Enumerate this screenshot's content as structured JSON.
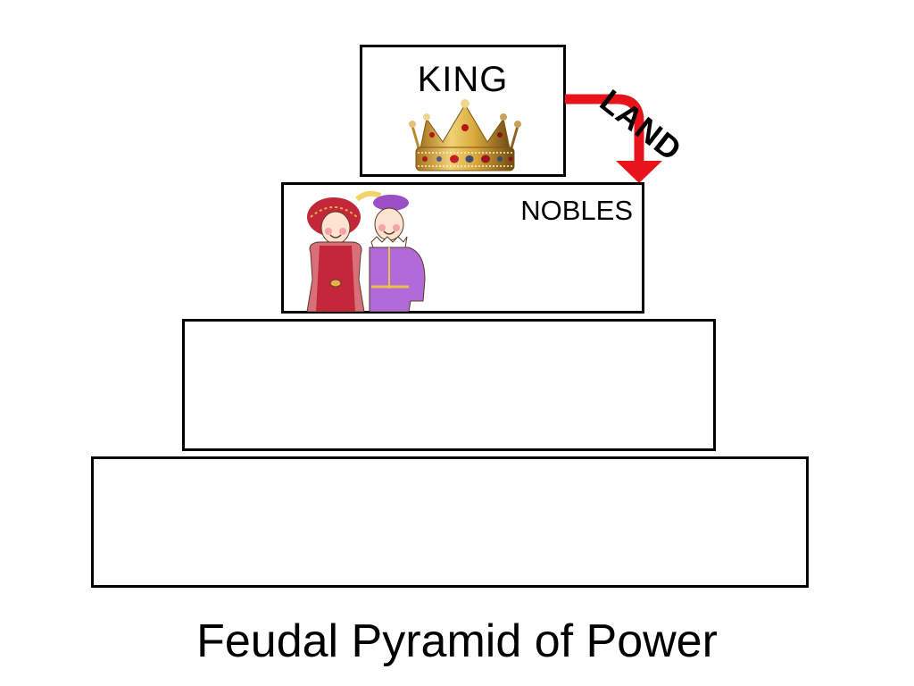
{
  "diagram": {
    "title": "Feudal Pyramid of Power",
    "tiers": [
      {
        "level": 1,
        "label": "KING",
        "image": "crown-icon"
      },
      {
        "level": 2,
        "label": "NOBLES",
        "image": "nobles-couple-illustration"
      },
      {
        "level": 3,
        "label": ""
      },
      {
        "level": 4,
        "label": ""
      }
    ],
    "arrow": {
      "label": "LAND",
      "from": "KING",
      "to": "NOBLES",
      "color": "#e8141b"
    }
  }
}
